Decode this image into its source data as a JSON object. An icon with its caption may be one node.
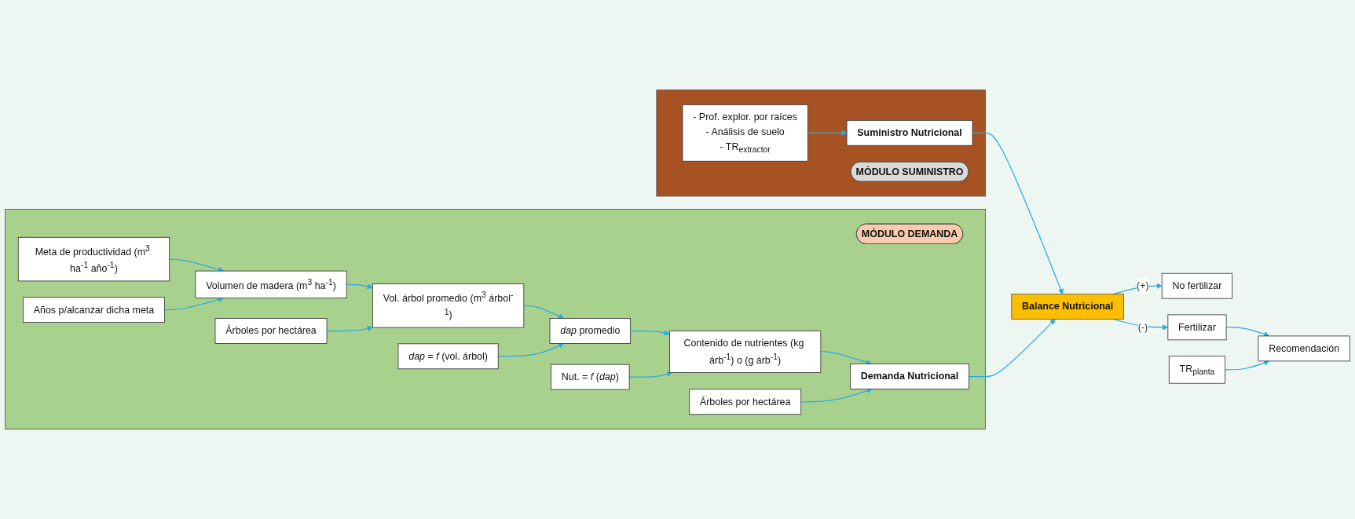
{
  "diagram": {
    "nodes": [
      {
        "text": [],
        "shape": "band"
      },
      {
        "text": [
          "Meta de productividad (m$^{3}$ ha$^{-1}$ año$^{-1}$)"
        ],
        "in": 0
      },
      {
        "text": [
          "Años p/alcanzar dicha meta"
        ],
        "in": 0
      },
      {
        "text": [
          "Volumen de madera (m$^{3}$ ha$^{-1}$)"
        ],
        "in": 0
      },
      {
        "text": [
          "Árboles por hectárea"
        ],
        "in": 0
      },
      {
        "text": [
          "Vol. árbol promedio (m$^{3}$ árbol$^{-1}$)"
        ],
        "in": 0
      },
      {
        "text": [
          "*dap* = *f* (vol. árbol)"
        ],
        "in": 0
      },
      {
        "text": [
          "*dap* promedio"
        ],
        "in": 0
      },
      {
        "text": [
          "MÓDULO DEMANDA"
        ],
        "in": 0
      },
      {
        "text": [
          "Nut. = *f* (*dap*)"
        ],
        "in": 0
      },
      {
        "text": [
          "Árboles por hectárea"
        ],
        "in": 0
      },
      {
        "text": [
          "Demanda Nutricional"
        ],
        "in": 0
      },
      {
        "text": [
          "Contenido de nutrientes (kg árb$^{-1}$) o (g árb$^{-1}$)"
        ],
        "in": 0
      },
      {
        "text": [],
        "shape": "band"
      },
      {
        "text": [
          "- Prof. explor. por raíces",
          "- Análisis de suelo",
          "- TR$_{extractor}$"
        ],
        "in": 13
      },
      {
        "text": [
          "Suministro Nutricional"
        ],
        "in": 13
      },
      {
        "text": [
          "MÓDULO SUMINISTRO"
        ],
        "in": 13
      },
      {
        "text": [
          "No fertilizar"
        ]
      },
      {
        "text": [
          "Balance Nutricional"
        ]
      },
      {
        "text": [
          "Fertilizar"
        ]
      },
      {
        "text": [
          "Recomendación"
        ]
      },
      {
        "text": [
          "TR$_{planta}$"
        ]
      }
    ],
    "edges": [
      {
        "from": 1,
        "to": 3,
        "arrow": "to"
      },
      {
        "from": 2,
        "to": 3,
        "arrow": "to"
      },
      {
        "from": 3,
        "to": 5,
        "arrow": "to"
      },
      {
        "from": 4,
        "to": 5,
        "arrow": "to"
      },
      {
        "from": 5,
        "to": 7,
        "arrow": "to"
      },
      {
        "from": 6,
        "to": 7,
        "arrow": "to"
      },
      {
        "from": 7,
        "to": 12,
        "arrow": "to"
      },
      {
        "from": 9,
        "to": 12,
        "arrow": "to"
      },
      {
        "from": 12,
        "to": 11,
        "arrow": "to"
      },
      {
        "from": 10,
        "to": 11,
        "arrow": "to"
      },
      {
        "from": 14,
        "to": 15,
        "arrow": "to"
      },
      {
        "from": 15,
        "to": 18,
        "arrow": "to"
      },
      {
        "from": 11,
        "to": 18,
        "arrow": "to"
      },
      {
        "from": 18,
        "to": 17,
        "arrow": "to",
        "label": "(+)"
      },
      {
        "from": 18,
        "to": 19,
        "arrow": "to",
        "label": "(-)"
      },
      {
        "from": 19,
        "to": 20,
        "arrow": "to"
      },
      {
        "from": 21,
        "to": 20,
        "arrow": "to"
      }
    ]
  }
}
